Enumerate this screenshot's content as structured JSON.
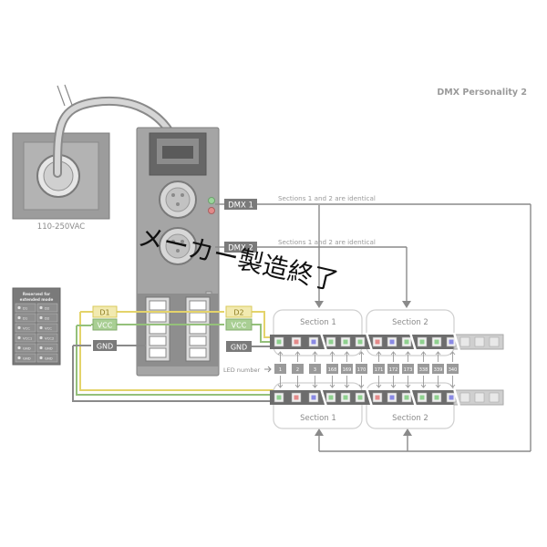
{
  "diagram": {
    "title": "DMX Personality 2",
    "power_label": "110-250VAC",
    "dmx1_label": "DMX 1",
    "dmx2_label": "DMX 2",
    "dmx1_note": "Sections 1 and 2 are identical",
    "dmx2_note": "Sections 1 and 2 are identical",
    "d1_label": "D1",
    "vcc1_label": "VCC",
    "gnd1_label": "GND",
    "d2_label": "D2",
    "vcc2_label": "VCC",
    "gnd2_label": "GND",
    "led_number_label": "LED number",
    "top_section1": "Section 1",
    "top_section2": "Section 2",
    "bottom_section1": "Section 1",
    "bottom_section2": "Section 2",
    "led_numbers": [
      "1",
      "2",
      "3",
      "168",
      "169",
      "170",
      "171",
      "172",
      "173",
      "338",
      "339",
      "340"
    ],
    "overlay_text": "メーカー製造終了",
    "legend": {
      "title_line1": "Reserved for",
      "title_line2": "extended mode",
      "left": [
        "D1",
        "D1",
        "VCC",
        "VCC1",
        "GND",
        "GND"
      ],
      "right": [
        "D2",
        "D2",
        "VCC",
        "VCC2",
        "GND",
        "GND"
      ]
    },
    "colors": {
      "device": "#9a9a9a",
      "label_box": "#7a7a7a",
      "data_line": "#e4d36a",
      "vcc_line": "#94c07a",
      "gnd_line": "#7a7a7a",
      "dmx_line": "#8a8a8a",
      "led_colors": [
        "#8fd18f",
        "#e48a8a",
        "#8a8ae4",
        "#8fd18f",
        "#8fd18f",
        "#8fd18f"
      ]
    }
  }
}
